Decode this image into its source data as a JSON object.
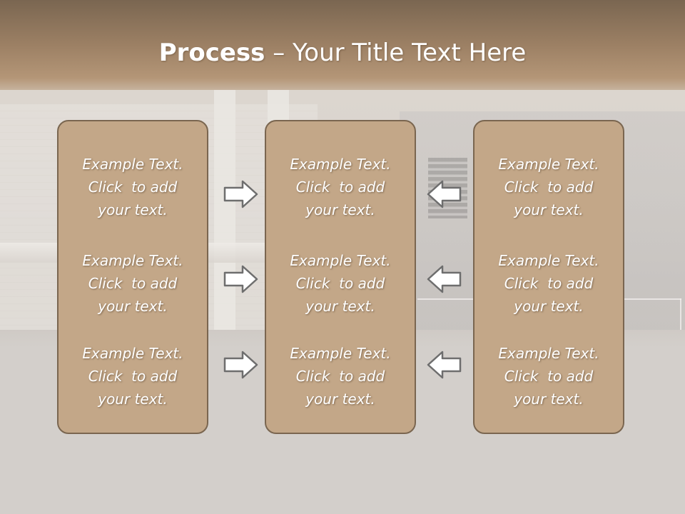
{
  "title": {
    "bold": "Process",
    "rest": " – Your Title Text Here"
  },
  "columns": [
    {
      "items": [
        {
          "l1": "Example Text.",
          "l2": "Click  to add",
          "l3": "your text."
        },
        {
          "l1": "Example Text.",
          "l2": "Click  to add",
          "l3": "your text."
        },
        {
          "l1": "Example Text.",
          "l2": "Click  to add",
          "l3": "your text."
        }
      ]
    },
    {
      "items": [
        {
          "l1": "Example Text.",
          "l2": "Click  to add",
          "l3": "your text."
        },
        {
          "l1": "Example Text.",
          "l2": "Click  to add",
          "l3": "your text."
        },
        {
          "l1": "Example Text.",
          "l2": "Click  to add",
          "l3": "your text."
        }
      ]
    },
    {
      "items": [
        {
          "l1": "Example Text.",
          "l2": "Click  to add",
          "l3": "your text."
        },
        {
          "l1": "Example Text.",
          "l2": "Click  to add",
          "l3": "your text."
        },
        {
          "l1": "Example Text.",
          "l2": "Click  to add",
          "l3": "your text."
        }
      ]
    }
  ],
  "colors": {
    "box_fill": "#c3a788",
    "box_border": "#7a6650",
    "arrow_fill": "#ffffff",
    "arrow_stroke": "#6e6e6e"
  }
}
